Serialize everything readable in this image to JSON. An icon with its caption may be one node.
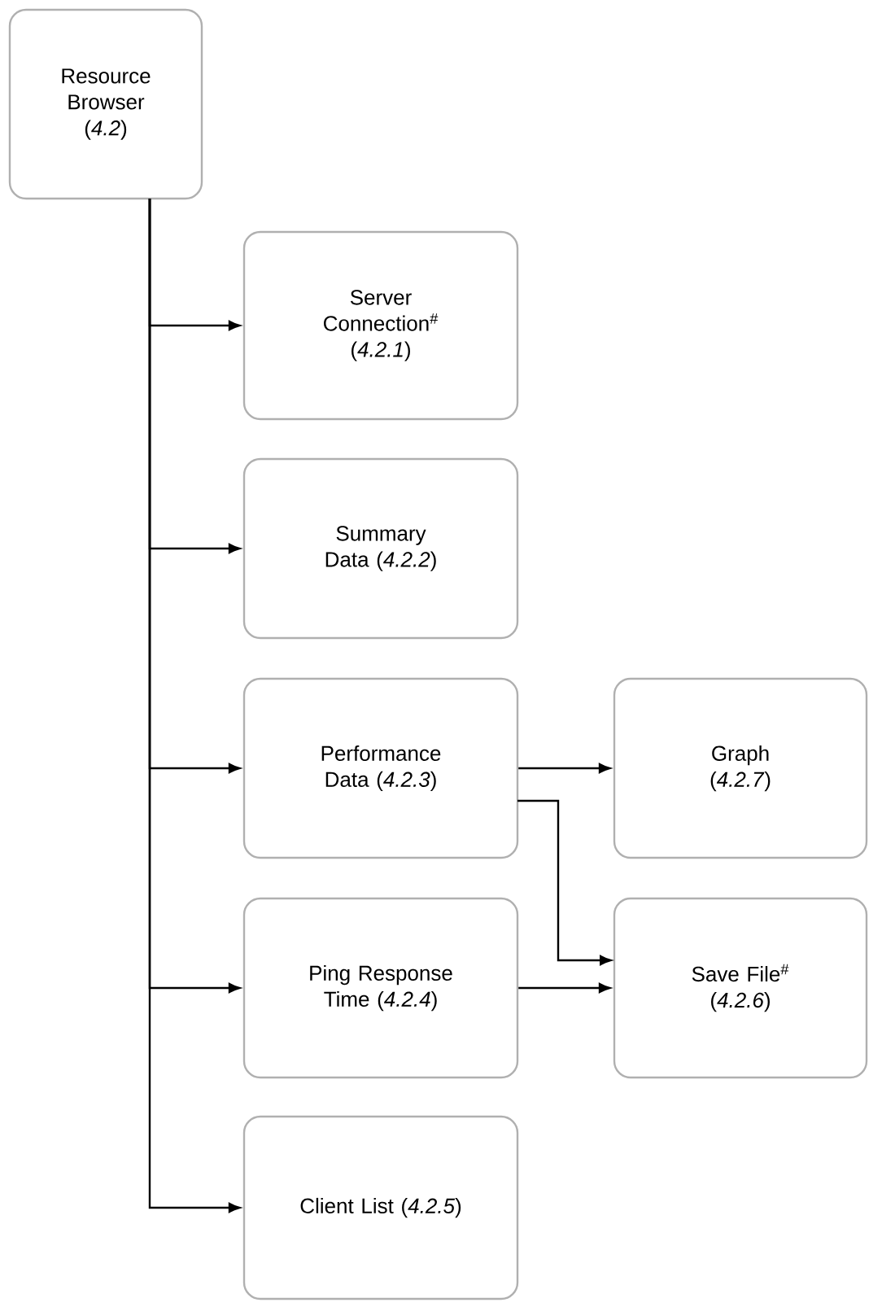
{
  "diagram": {
    "nodes": [
      {
        "text": [
          "Resource Browser (*4.2*)"
        ]
      },
      {
        "text": [
          "Server Connection$^{#}$ (*4.2.1*)"
        ]
      },
      {
        "text": [
          "Summary Data (*4.2.2*)"
        ]
      },
      {
        "text": [
          "Performance Data (*4.2.3*)"
        ]
      },
      {
        "text": [
          "Ping Response Time (*4.2.4*)"
        ]
      },
      {
        "text": [
          "Client List (*4.2.5*)"
        ]
      },
      {
        "text": [
          "Graph (*4.2.7*)"
        ]
      },
      {
        "text": [
          "Save File$^{#}$ (*4.2.6*)"
        ]
      }
    ],
    "edges": [
      {
        "from": 0,
        "to": 1,
        "arrow": "to"
      },
      {
        "from": 0,
        "to": 2,
        "arrow": "to"
      },
      {
        "from": 0,
        "to": 3,
        "arrow": "to"
      },
      {
        "from": 0,
        "to": 4,
        "arrow": "to"
      },
      {
        "from": 0,
        "to": 5,
        "arrow": "to"
      },
      {
        "from": 3,
        "to": 6,
        "arrow": "to"
      },
      {
        "from": 3,
        "to": 7,
        "arrow": "to"
      },
      {
        "from": 4,
        "to": 7,
        "arrow": "to"
      }
    ]
  }
}
